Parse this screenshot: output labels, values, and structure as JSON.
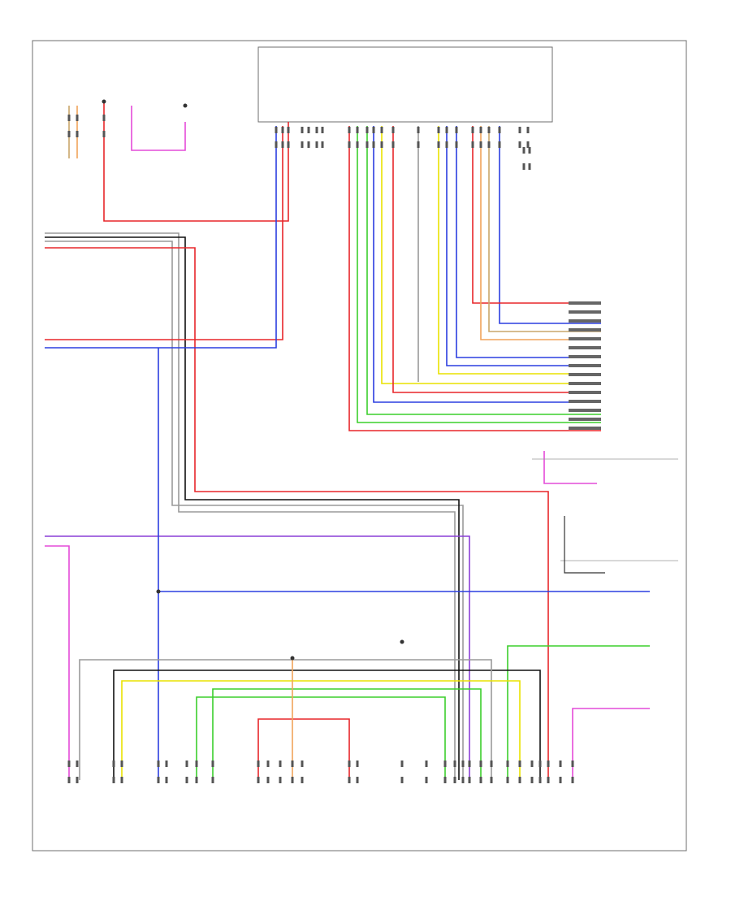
{
  "diagram": {
    "footer_left": "",
    "footer_center": "",
    "colors": {
      "red": "#e8262a",
      "blue": "#2b3ee0",
      "violet": "#8a3fd6",
      "green": "#3bcf2c",
      "yellow": "#e9e200",
      "orange": "#f0a35a",
      "pink": "#e44bd9",
      "black": "#111111",
      "gray": "#9a9a9a",
      "tan": "#c9a66b",
      "frame": "#6e6e6e"
    },
    "wires": [
      {
        "id": "w-red-top-left",
        "color": "red"
      },
      {
        "id": "w-pink-top",
        "color": "pink"
      },
      {
        "id": "w-tan-left",
        "color": "tan"
      },
      {
        "id": "w-orange-right",
        "color": "orange"
      },
      {
        "id": "w-gray-1",
        "color": "gray"
      },
      {
        "id": "w-gray-2",
        "color": "gray"
      },
      {
        "id": "w-black-1",
        "color": "black"
      },
      {
        "id": "w-red-main",
        "color": "red"
      },
      {
        "id": "w-red-2",
        "color": "red"
      },
      {
        "id": "w-blue-2",
        "color": "blue"
      },
      {
        "id": "w-violet-mid",
        "color": "violet"
      },
      {
        "id": "w-pink-mid",
        "color": "pink"
      },
      {
        "id": "w-blue-lower",
        "color": "blue"
      },
      {
        "id": "w-blue-lower2",
        "color": "blue"
      },
      {
        "id": "w-pink-right",
        "color": "pink"
      },
      {
        "id": "w-green-right",
        "color": "green"
      },
      {
        "id": "w-pink-lower-right",
        "color": "pink"
      },
      {
        "id": "w-bus-black",
        "color": "black"
      },
      {
        "id": "w-bus-gray",
        "color": "gray"
      },
      {
        "id": "w-yellow-bus",
        "color": "yellow"
      },
      {
        "id": "w-green-bus",
        "color": "green"
      },
      {
        "id": "w-green-bus2",
        "color": "green"
      },
      {
        "id": "w-red-bus",
        "color": "red"
      },
      {
        "id": "w-orange-bus",
        "color": "orange"
      },
      {
        "id": "w-radio-red",
        "color": "red"
      },
      {
        "id": "w-radio-green",
        "color": "green"
      },
      {
        "id": "w-radio-green2",
        "color": "green"
      },
      {
        "id": "w-radio-yellow",
        "color": "yellow"
      },
      {
        "id": "w-radio-yellow2",
        "color": "yellow"
      },
      {
        "id": "w-radio-blue",
        "color": "blue"
      },
      {
        "id": "w-radio-blue2",
        "color": "blue"
      },
      {
        "id": "w-radio-blue3",
        "color": "blue"
      },
      {
        "id": "w-radio-red2",
        "color": "red"
      },
      {
        "id": "w-radio-red3",
        "color": "red"
      },
      {
        "id": "w-radio-orange",
        "color": "orange"
      },
      {
        "id": "w-radio-tan",
        "color": "tan"
      },
      {
        "id": "w-radio-gray",
        "color": "gray"
      },
      {
        "id": "w-radio-blue4",
        "color": "blue"
      }
    ]
  }
}
